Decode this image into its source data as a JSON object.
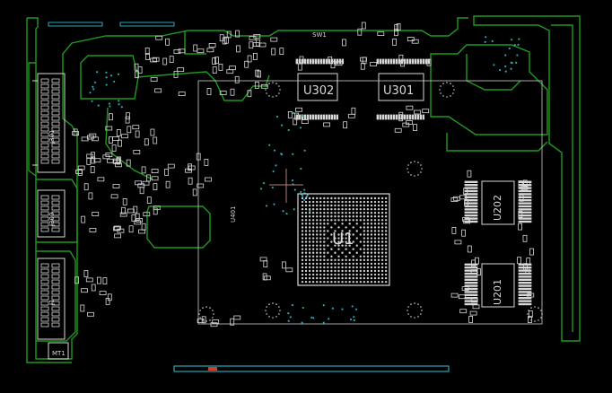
{
  "board": {
    "colors": {
      "background": "#000000",
      "outline": "#1e9a1e",
      "silkscreen": "#d8d8d8",
      "pads": "#ffffff",
      "vias": "#2aa7b5",
      "cursor": "#b08080",
      "connector": "#2aa7b5",
      "highlight": "#d43a2a"
    },
    "components": {
      "u1": "U1",
      "u301": "U301",
      "u302": "U302",
      "u201": "U201",
      "u202": "U202",
      "sw1": "SW1",
      "j300": "J300",
      "j301": "J301",
      "j1": "J1",
      "mt1": "MT1",
      "u401": "U401"
    }
  }
}
